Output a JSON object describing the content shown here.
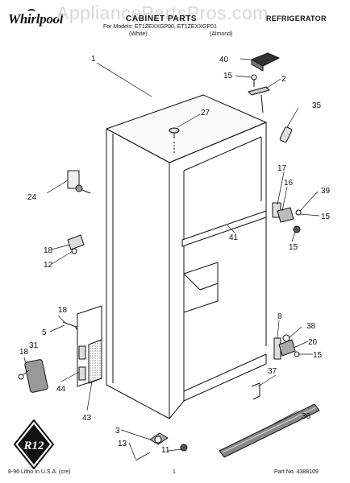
{
  "header": {
    "brand": "Whirlpool",
    "watermark": "AppliancePartsPros.com",
    "title": "CABINET PARTS",
    "category": "REFRIGERATOR",
    "models_line": "For Models: ET1ZEXXGP00, ET1ZEXXGP01",
    "variant_white": "(White)",
    "variant_almond": "(Almond)"
  },
  "callouts": [
    "1",
    "2",
    "3",
    "5",
    "8",
    "11",
    "12",
    "13",
    "15",
    "15",
    "15",
    "15",
    "16",
    "17",
    "18",
    "18",
    "18",
    "20",
    "24",
    "27",
    "31",
    "35",
    "36",
    "37",
    "38",
    "39",
    "40",
    "41",
    "43",
    "44"
  ],
  "badge": {
    "text": "R12"
  },
  "footer": {
    "left": "8-96 Litho In U.S.A. (cre)",
    "page": "1",
    "part": "Part No. 4388109"
  },
  "colors": {
    "ink": "#111111",
    "watermark": "#d7d7d7",
    "background": "#ffffff"
  }
}
